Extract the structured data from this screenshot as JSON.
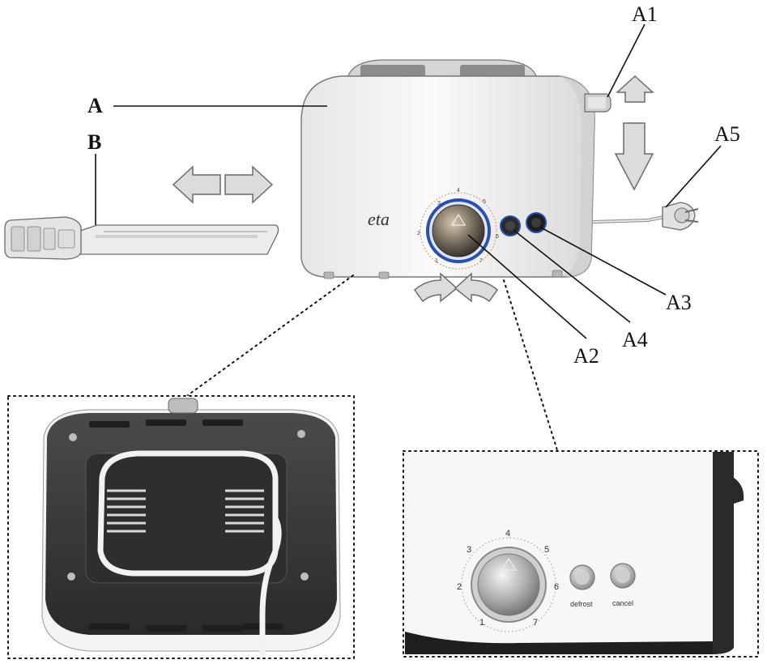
{
  "labels": {
    "main_unit": "A",
    "crumb_tray": "B",
    "lever": "A1",
    "dial": "A2",
    "cancel_button": "A3",
    "defrost_button": "A4",
    "power_cord": "A5"
  },
  "brand": "eta",
  "dial_numbers": [
    "1",
    "2",
    "3",
    "4",
    "5",
    "6",
    "7"
  ],
  "buttons": {
    "defrost": "defrost",
    "cancel": "cancel"
  },
  "colors": {
    "body": "#f2f2f2",
    "base_dark": "#3a3a3a",
    "dial_ring": "#2a4fb0",
    "arrow_fill": "#dcdcdc"
  }
}
